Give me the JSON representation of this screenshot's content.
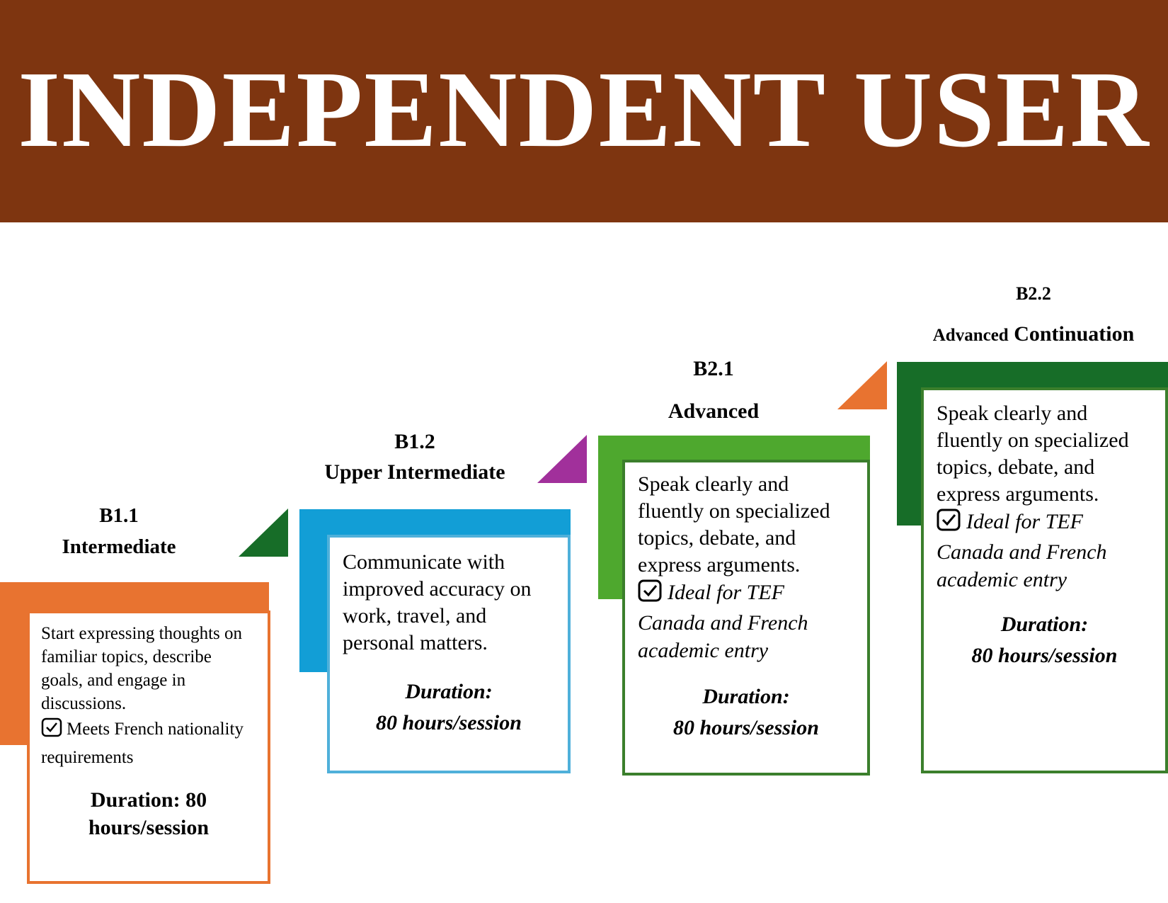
{
  "header": {
    "title": "INDEPENDENT USER"
  },
  "colors": {
    "banner": "#7e3510",
    "orange": "#e87330",
    "blue": "#129ed6",
    "light_blue": "#4fb0da",
    "purple": "#a1309b",
    "light_green": "#4ea82e",
    "dark_green": "#176d28",
    "mid_green": "#3b7f2c"
  },
  "levels": [
    {
      "code": "B1.1",
      "name": "Intermediate",
      "description": "Start expressing thoughts on familiar topics, describe goals, and engage in discussions.",
      "check_text": "Meets French nationality requirements",
      "duration_line1": "Duration: 80",
      "duration_line2": "hours/session"
    },
    {
      "code": "B1.2",
      "name": "Upper Intermediate",
      "description": "Communicate with improved accuracy on work, travel, and personal matters.",
      "duration_line1": "Duration:",
      "duration_line2": "80 hours/session"
    },
    {
      "code": "B2.1",
      "name": "Advanced",
      "description": "Speak clearly and fluently on specialized topics, debate, and express arguments.",
      "check_text": "Ideal for TEF Canada and French academic entry",
      "duration_line1": "Duration:",
      "duration_line2": "80 hours/session"
    },
    {
      "code": "B2.2",
      "name_part1": "Advanced",
      "name_part2": "Continuation",
      "description": "Speak clearly and fluently on specialized topics, debate, and express arguments.",
      "check_text": "Ideal for TEF Canada and French academic entry",
      "duration_line1": "Duration:",
      "duration_line2": "80 hours/session"
    }
  ],
  "icons": {
    "check": "checkbox-checked-icon"
  }
}
